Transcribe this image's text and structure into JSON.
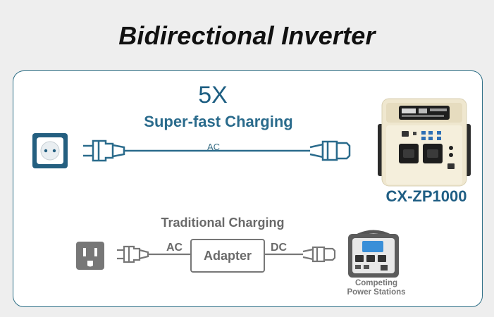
{
  "title": "Bidirectional Inverter",
  "fast": {
    "multiplier": "5X",
    "label": "Super-fast Charging",
    "cable_label": "AC",
    "product_name": "CX-ZP1000"
  },
  "traditional": {
    "label": "Traditional Charging",
    "ac_label": "AC",
    "dc_label": "DC",
    "adapter_label": "Adapter",
    "competitor_line1": "Competing",
    "competitor_line2": "Power Stations"
  },
  "colors": {
    "accent_blue": "#2a6b8c",
    "card_border": "#2e6f86",
    "gray": "#6a6a6a",
    "power_station_body": "#f3ecd6"
  }
}
